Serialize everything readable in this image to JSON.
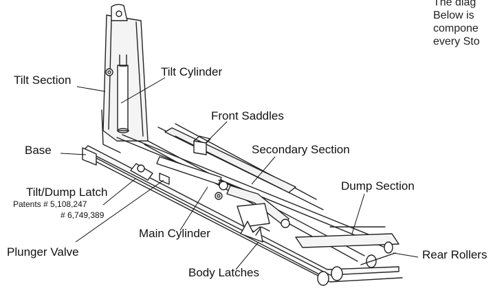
{
  "intro_lines": [
    "The diag",
    "Below is",
    "compone",
    "every Sto"
  ],
  "labels": {
    "tilt_section": "Tilt Section",
    "tilt_cylinder": "Tilt Cylinder",
    "front_saddles": "Front Saddles",
    "base": "Base",
    "secondary_section": "Secondary Section",
    "tilt_dump_latch": "Tilt/Dump Latch",
    "patents_line1": "Patents # 5,108,247",
    "patents_line2": "# 6,749,389",
    "dump_section": "Dump Section",
    "main_cylinder": "Main Cylinder",
    "rear_rollers": "Rear Rollers",
    "plunger_valve": "Plunger Valve",
    "body_latches": "Body Latches"
  }
}
